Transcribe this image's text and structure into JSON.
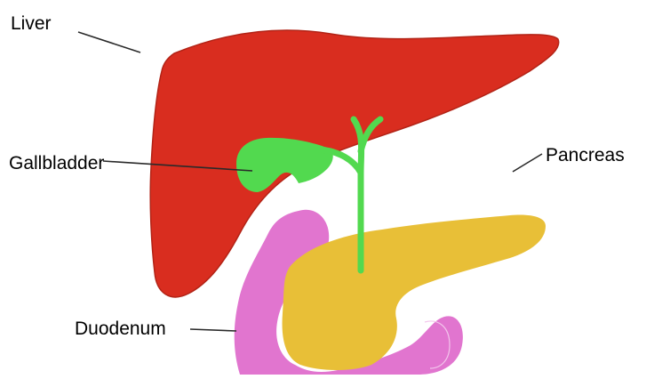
{
  "labels": {
    "liver": "Liver",
    "gallbladder": "Gallbladder",
    "pancreas": "Pancreas",
    "duodenum": "Duodenum"
  },
  "colors": {
    "liver": "#d92d1f",
    "liver_edge": "#b22316",
    "gallbladder": "#52d94f",
    "pancreas": "#e8bf37",
    "duodenum": "#e175cf",
    "duodenum_highlight": "#f3c6ec",
    "leader_line": "#2a2a2a"
  },
  "icons": {
    "liver": "liver-organ",
    "gallbladder": "gallbladder-organ",
    "pancreas": "pancreas-organ",
    "duodenum": "duodenum-organ"
  }
}
